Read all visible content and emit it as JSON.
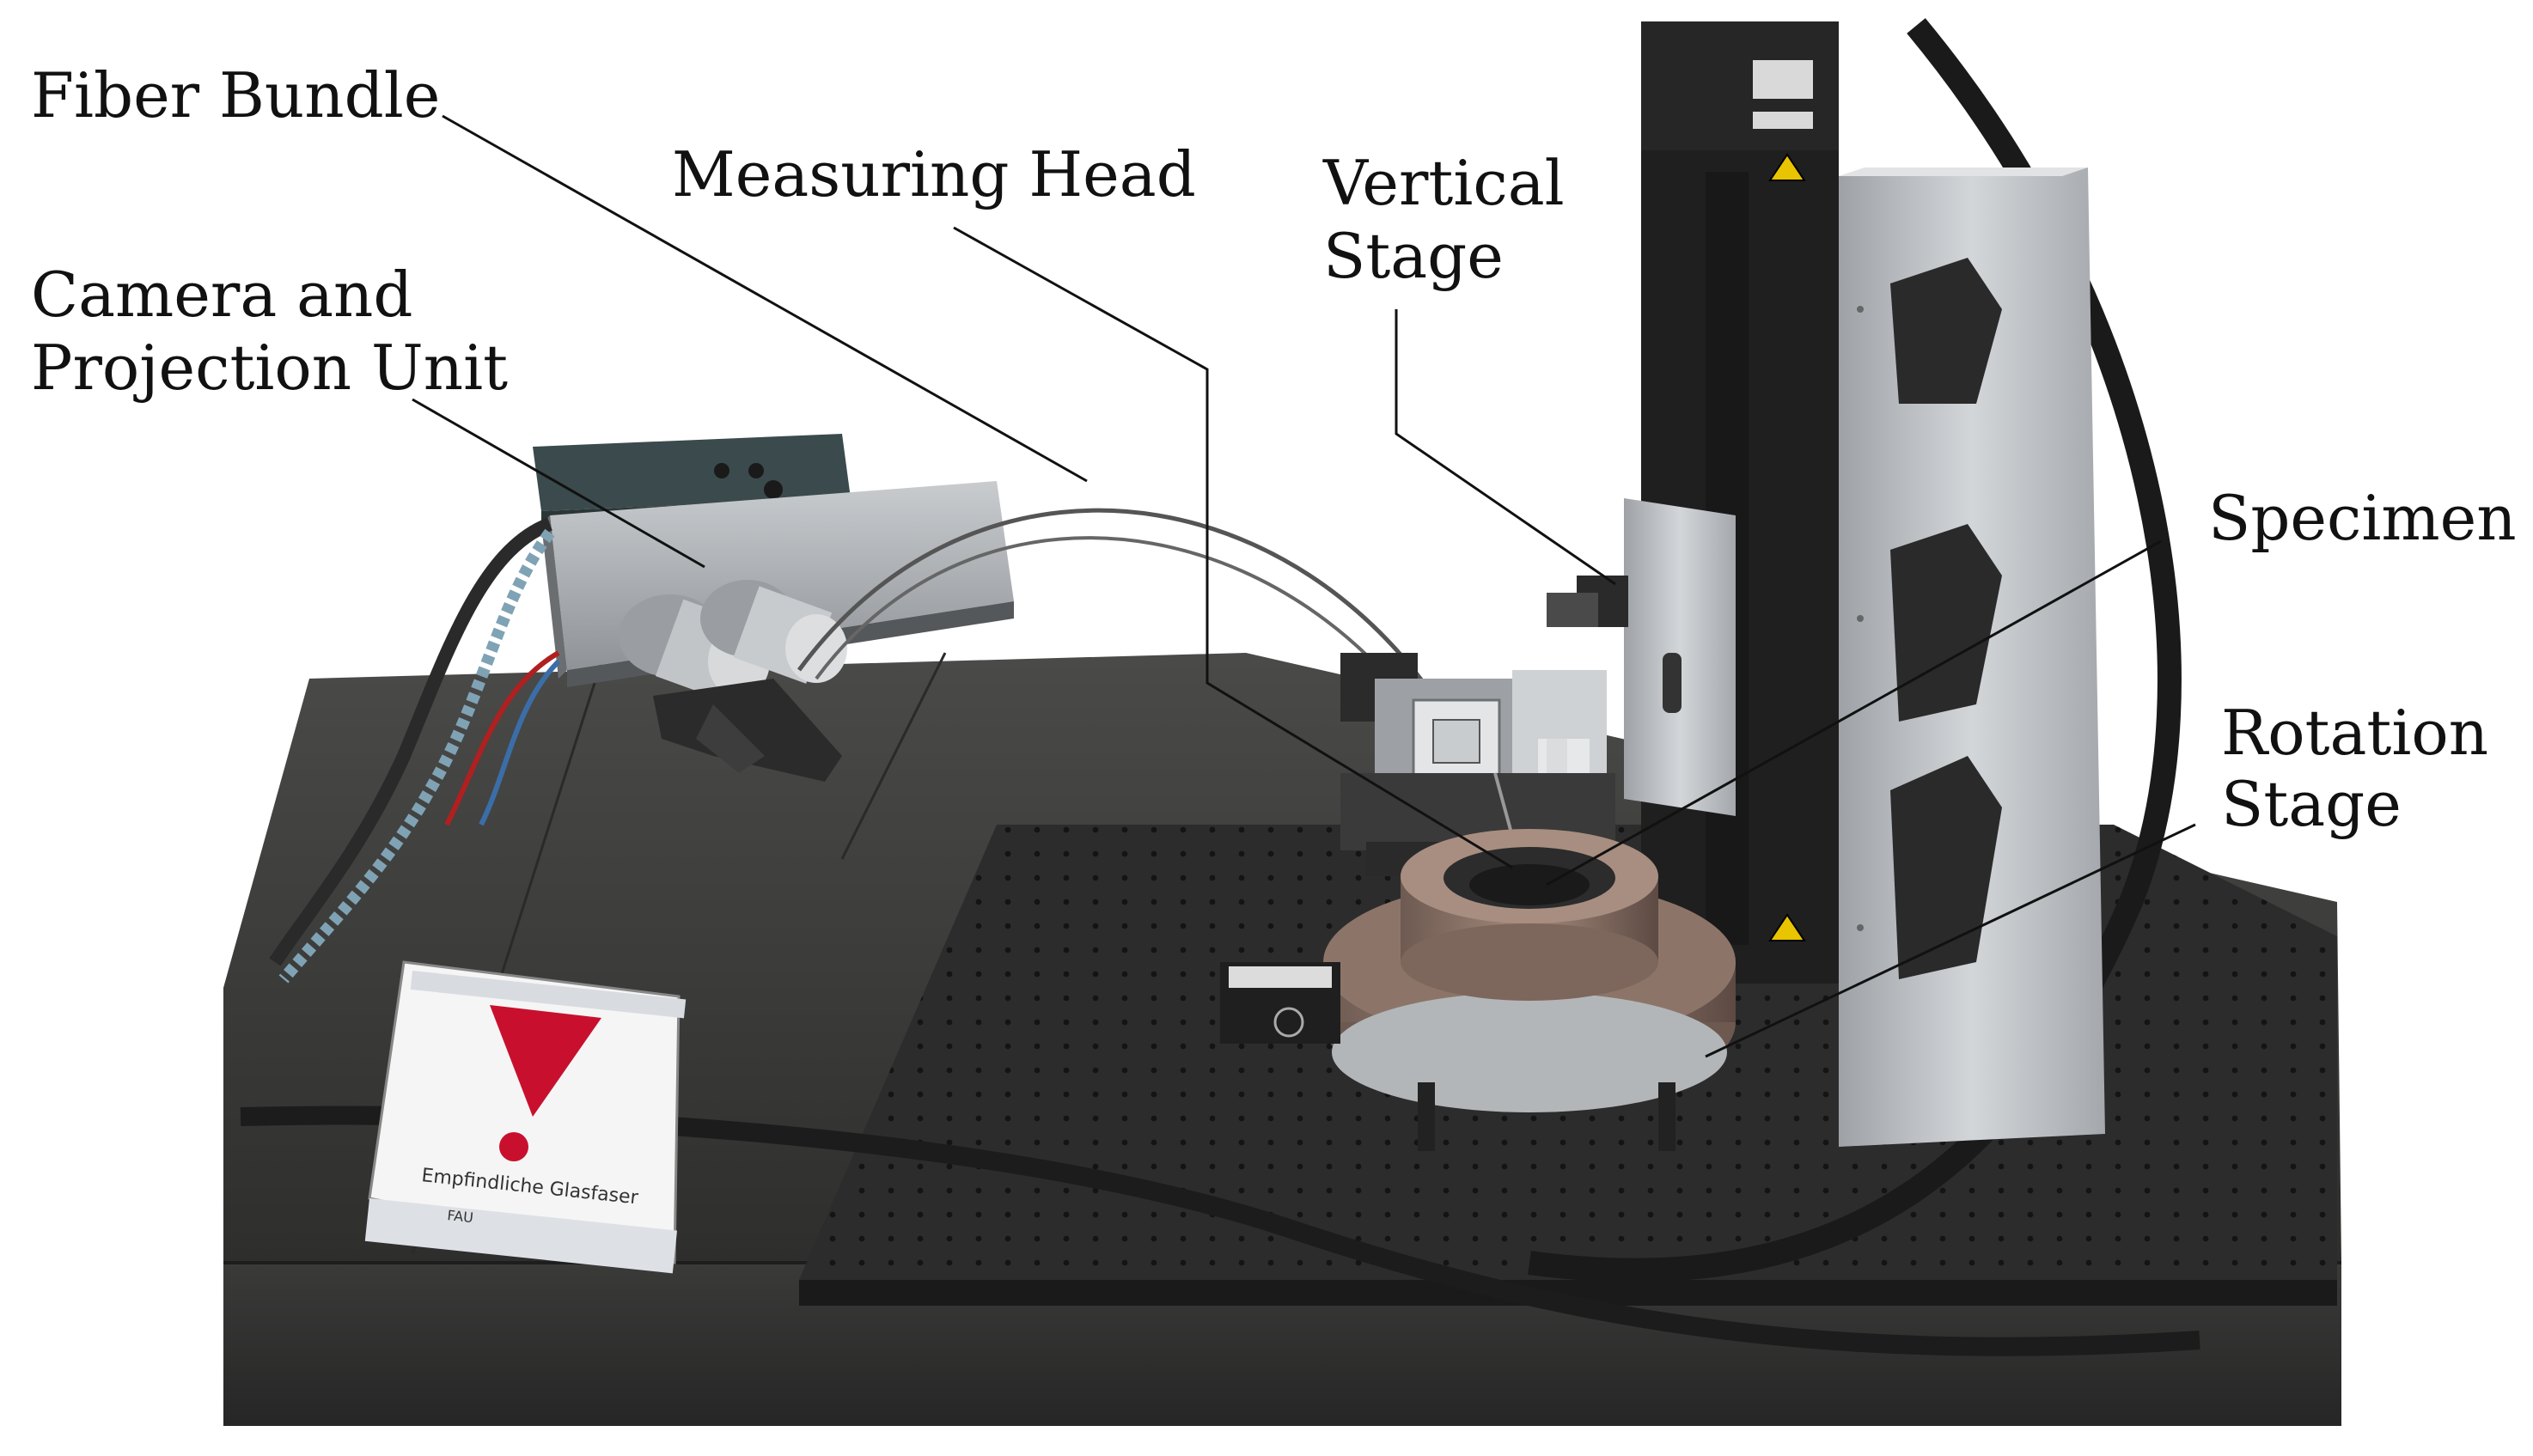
{
  "labels": {
    "fiber_bundle": "Fiber Bundle",
    "measuring_head": "Measuring Head",
    "vertical_stage_line1": "Vertical",
    "vertical_stage_line2": "Stage",
    "camera_line1": "Camera and",
    "camera_line2": "Projection Unit",
    "specimen": "Specimen",
    "rotation_line1": "Rotation",
    "rotation_line2": "Stage"
  },
  "sign": {
    "caption": "Empfindliche Glasfaser",
    "footer": "FAU"
  },
  "colors": {
    "background": "#ffffff",
    "table": "#3c3c3a",
    "breadboard": "#2a2a2a",
    "aluminum": "#b9bcbf",
    "warning_red": "#c8102e",
    "label_text": "#111111",
    "leader_line": "#111111"
  }
}
